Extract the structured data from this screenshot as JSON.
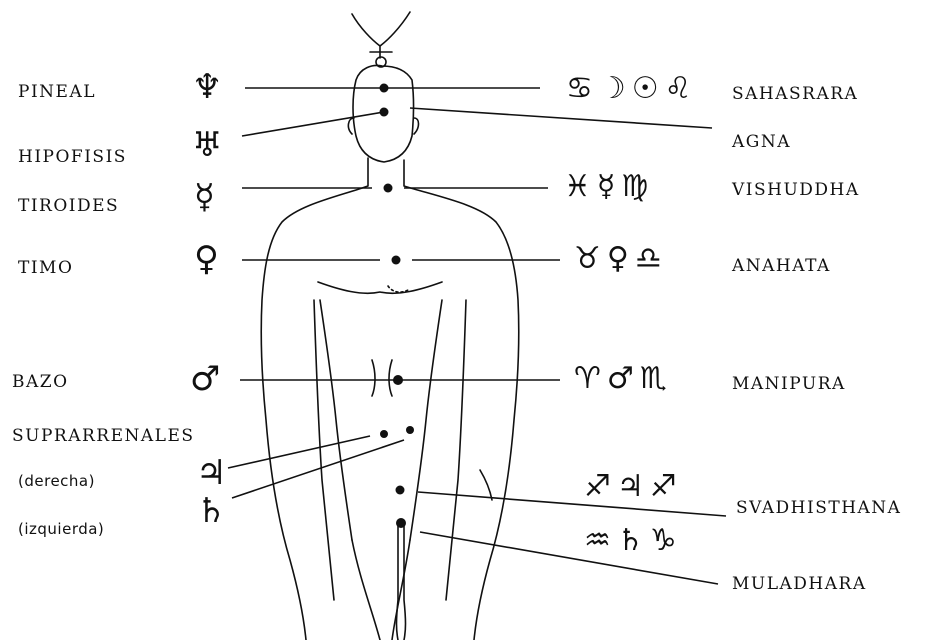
{
  "left_labels": {
    "pineal": "PINEAL",
    "hipofisis": "HIPOFISIS",
    "tiroides": "TIROIDES",
    "timo": "TIMO",
    "bazo": "BAZO",
    "suprarrenales": "SUPRARRENALES",
    "derecha": "(derecha)",
    "izquierda": "(izquierda)"
  },
  "right_labels": {
    "sahasrara": "SAHASRARA",
    "agna": "AGNA",
    "vishuddha": "VISHUDDHA",
    "anahata": "ANAHATA",
    "manipura": "MANIPURA",
    "svadhisthana": "SVADHISTHANA",
    "muladhara": "MULADHARA"
  },
  "planet_symbols": {
    "neptune": "♆",
    "uranus": "♅",
    "mercury": "☿",
    "venus": "♀",
    "mars": "♂",
    "jupiter": "♃",
    "saturn": "♄"
  },
  "sign_rows": {
    "sahasrara": "♋☽☉♌",
    "vishuddha": "♓☿♍",
    "anahata": "♉♀♎",
    "manipura": "♈♂♏",
    "svadhisthana": "♐♃♐",
    "muladhara": "♒♄♑"
  },
  "icons": {
    "figure": "human-figure-outline",
    "chakra_points": "chakra-dot-icon"
  }
}
